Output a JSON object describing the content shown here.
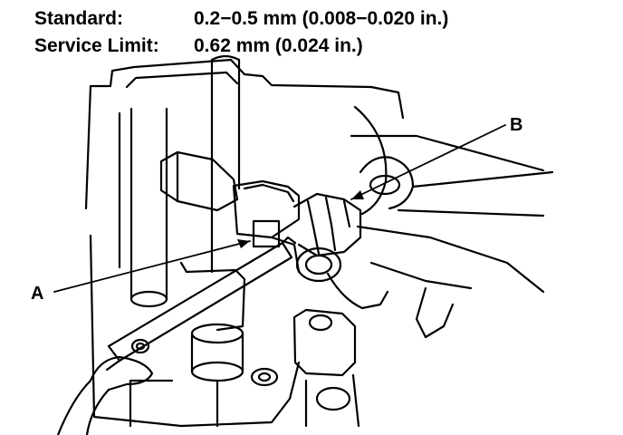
{
  "spec": {
    "standard_label": "Standard:",
    "standard_value": "0.2−0.5 mm (0.008−0.020 in.)",
    "limit_label": "Service Limit:",
    "limit_value": "0.62 mm (0.024 in.)"
  },
  "callouts": {
    "a": "A",
    "b": "B"
  },
  "colors": {
    "ink": "#000000",
    "paper": "#ffffff"
  }
}
